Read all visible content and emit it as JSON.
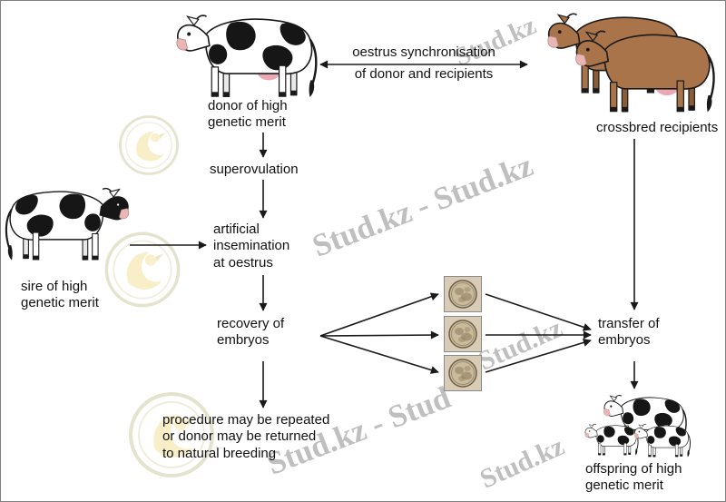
{
  "labels": {
    "oestrus_sync_line1": "oestrus synchronisation",
    "oestrus_sync_line2": "of donor and recipients",
    "donor": "donor of high\ngenetic merit",
    "superovulation": "superovulation",
    "artificial_insemination": "artificial\ninsemination\nat oestrus",
    "sire": "sire of high\ngenetic merit",
    "recovery": "recovery of\nembryos",
    "transfer": "transfer of\nembryos",
    "crossbred": "crossbred recipients",
    "procedure_note": "procedure may be repeated\nor donor may be returned\nto natural breeding",
    "offspring": "offspring of high\ngenetic merit"
  },
  "figures": {
    "donor_cow": "holstein-donor-cow",
    "sire_bull": "holstein-sire-bull",
    "crossbred_cows": "two-brown-crossbred-cows",
    "offspring_group": "cow-with-two-calves",
    "embryo_count": 3
  },
  "watermarks": {
    "single": "Stud.kz",
    "double": "Stud.kz - Stud.kz",
    "partial": "Stud.kz - Stud"
  },
  "colors": {
    "text": "#111111",
    "arrow": "#1a1a1a",
    "holstein_body": "#ffffff",
    "holstein_patch": "#161616",
    "brown_cow": "#a9744a",
    "udder_pink": "#e9a8b2",
    "embryo_bg": "#d8ccb6",
    "watermark_gray": "#8c8c8c",
    "logo_olive": "#8f8f3a",
    "logo_yellow": "#e3c43c",
    "background": "#ffffff",
    "border": "#808080"
  }
}
